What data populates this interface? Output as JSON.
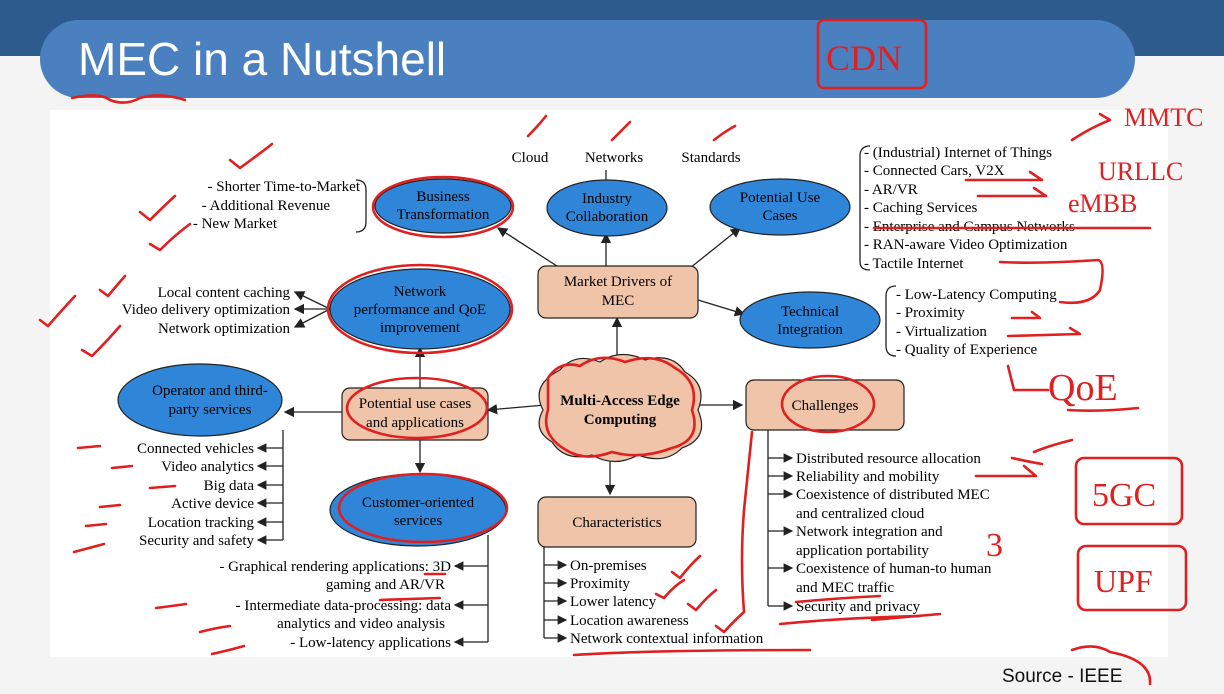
{
  "slide": {
    "title": "MEC in a Nutshell",
    "source": "Source - IEEE"
  },
  "diagram": {
    "center": {
      "line1": "Multi-Access Edge",
      "line2": "Computing"
    },
    "market_drivers": {
      "line1": "Market Drivers of",
      "line2": "MEC"
    },
    "potential_use_cases_apps": {
      "line1": "Potential use cases",
      "line2": "and applications"
    },
    "challenges": "Challenges",
    "characteristics": "Characteristics",
    "business_transformation": {
      "line1": "Business",
      "line2": "Transformation"
    },
    "industry_collaboration": {
      "line1": "Industry",
      "line2": "Collaboration"
    },
    "potential_use_cases": {
      "line1": "Potential Use",
      "line2": "Cases"
    },
    "technical_integration": {
      "line1": "Technical",
      "line2": "Integration"
    },
    "network_performance": {
      "line1": "Network",
      "line2": "performance and QoE",
      "line3": "improvement"
    },
    "operator_services": {
      "line1": "Operator and third-",
      "line2": "party services"
    },
    "customer_services": {
      "line1": "Customer-oriented",
      "line2": "services"
    },
    "collab_items": [
      "Cloud",
      "Networks",
      "Standards"
    ],
    "business_items": [
      "- Shorter Time-to-Market",
      "- Additional Revenue",
      "- New Market"
    ],
    "use_case_items": [
      "- (Industrial) Internet of Things",
      "- Connected Cars, V2X",
      "- AR/VR",
      "- Caching Services",
      "- Enterprise and Campus Networks",
      "- RAN-aware Video Optimization",
      "- Tactile Internet"
    ],
    "tech_items": [
      "- Low-Latency Computing",
      "- Proximity",
      "- Virtualization",
      "- Quality of Experience"
    ],
    "network_items": [
      "Local content caching",
      "Video delivery optimization",
      "Network optimization"
    ],
    "operator_items": [
      "Connected vehicles",
      "Video analytics",
      "Big data",
      "Active device",
      "Location tracking",
      "Security and safety"
    ],
    "customer_items": [
      {
        "a": "- Graphical rendering applications: 3D",
        "b": "gaming and AR/VR"
      },
      {
        "a": "- Intermediate data-processing: data",
        "b": "analytics and video analysis"
      },
      {
        "a": "- Low-latency applications",
        "b": ""
      }
    ],
    "characteristics_items": [
      "On-premises",
      "Proximity",
      "Lower latency",
      "Location awareness",
      "Network contextual information"
    ],
    "challenge_items": [
      {
        "a": "Distributed resource allocation",
        "b": ""
      },
      {
        "a": "Reliability and mobility",
        "b": ""
      },
      {
        "a": "Coexistence of distributed MEC",
        "b": "and centralized cloud"
      },
      {
        "a": "Network integration and",
        "b": "application portability"
      },
      {
        "a": "Coexistence of human-to human",
        "b": "and MEC traffic"
      },
      {
        "a": "Security and privacy",
        "b": ""
      }
    ]
  },
  "annotations": {
    "cdn": "CDN",
    "mmtc": "MMTC",
    "urllc": "URLLC",
    "embb": "eMBB",
    "qoe": "QoE",
    "fivegc": "5GC",
    "upf": "UPF",
    "three": "3",
    "ink_color": "#e02020"
  },
  "colors": {
    "ellipse_fill": "#2f86d8",
    "box_fill": "#f0c4a8",
    "title_bar": "#4a7fc0",
    "top_band": "#2e5b8e"
  }
}
